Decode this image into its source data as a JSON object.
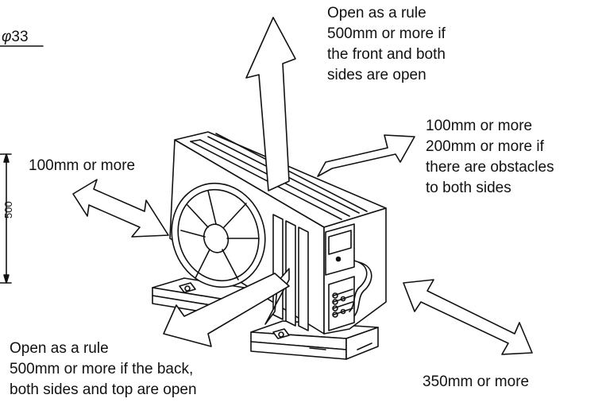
{
  "labels": {
    "top": "Open as a rule\n500mm or more if\nthe front and both\nsides are open",
    "right": "100mm or more\n200mm or more if\nthere are obstacles\nto both sides",
    "left": "100mm or more",
    "front": "Open as a rule\n500mm or more if the back,\nboth sides and top are open",
    "side": "350mm or more",
    "diameter_symbol": "φ",
    "diameter_value": "33",
    "height_dim": "500"
  },
  "icons": {
    "top_arrow": "arrow-up-icon",
    "right_arrow": "arrow-diagonal-icon",
    "left_arrow": "double-arrow-icon",
    "front_arrow": "arrow-down-left-icon",
    "side_arrow": "double-arrow-icon"
  },
  "colors": {
    "line": "#111111",
    "fill": "#ffffff"
  }
}
